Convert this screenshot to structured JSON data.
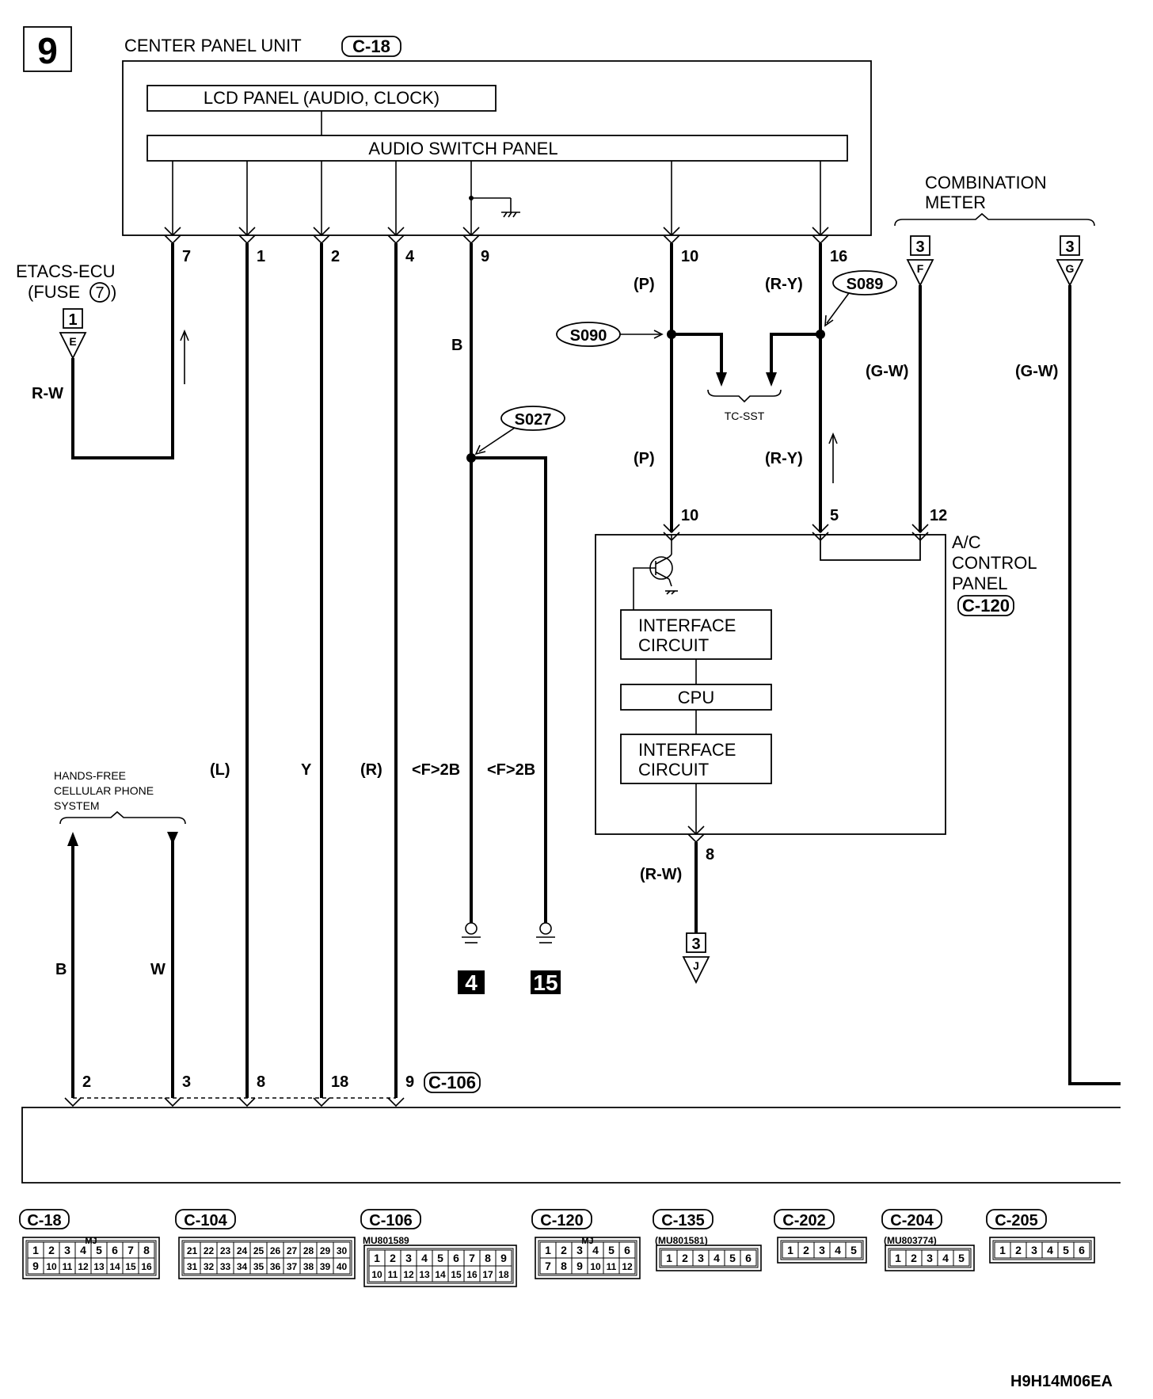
{
  "page_number": "9",
  "diagram_code": "H9H14M06EA",
  "center_panel": {
    "title": "CENTER PANEL UNIT",
    "connector": "C-18",
    "lcd_panel": "LCD PANEL (AUDIO, CLOCK)",
    "audio_switch_panel": "AUDIO SWITCH PANEL",
    "pins": [
      "7",
      "1",
      "2",
      "4",
      "9",
      "10",
      "16"
    ]
  },
  "etacs": {
    "name": "ETACS-ECU",
    "fuse": "(FUSE",
    "fuse_num": "7",
    "fuse_close": ")",
    "ref": "1",
    "terminal": "E",
    "wire": "R-W"
  },
  "combination_meter": {
    "title_line1": "COMBINATION",
    "title_line2": "METER",
    "ref_f": "3",
    "term_f": "F",
    "ref_g": "3",
    "term_g": "G",
    "wire_f": "(G-W)",
    "wire_g": "(G-W)"
  },
  "splices": {
    "s090": "S090",
    "s089": "S089",
    "s027": "S027"
  },
  "tc_sst": "TC-SST",
  "wires": {
    "p_upper": "(P)",
    "ry_upper": "(R-Y)",
    "p_lower": "(P)",
    "ry_lower": "(R-Y)",
    "b_center": "B",
    "l": "(L)",
    "y": "Y",
    "r": "(R)",
    "f2b_1": "<F>2B",
    "f2b_2": "<F>2B",
    "rw_lower": "(R-W)",
    "b_left": "B",
    "w_left": "W"
  },
  "ac_panel": {
    "line1": "A/C",
    "line2": "CONTROL",
    "line3": "PANEL",
    "connector": "C-120",
    "pins_top": [
      "10",
      "5",
      "12"
    ],
    "pin_bottom": "8",
    "interface1_a": "INTERFACE",
    "interface1_b": "CIRCUIT",
    "cpu": "CPU",
    "interface2_a": "INTERFACE",
    "interface2_b": "CIRCUIT"
  },
  "ground_refs": [
    "4",
    "15"
  ],
  "ref_j": {
    "ref": "3",
    "terminal": "J"
  },
  "hands_free": {
    "line1": "HANDS-FREE",
    "line2": "CELLULAR PHONE",
    "line3": "SYSTEM"
  },
  "c106_pins": [
    "2",
    "3",
    "8",
    "18",
    "9"
  ],
  "c106_label": "C-106",
  "connectors": [
    {
      "id": "C-18",
      "part": "",
      "mark": "MJ",
      "rows": [
        [
          "1",
          "2",
          "3",
          "4",
          "5",
          "6",
          "7",
          "8"
        ],
        [
          "9",
          "10",
          "11",
          "12",
          "13",
          "14",
          "15",
          "16"
        ]
      ]
    },
    {
      "id": "C-104",
      "part": "",
      "mark": "",
      "rows": [
        [
          "21",
          "22",
          "23",
          "24",
          "25",
          "26",
          "27",
          "28",
          "29",
          "30"
        ],
        [
          "31",
          "32",
          "33",
          "34",
          "35",
          "36",
          "37",
          "38",
          "39",
          "40"
        ]
      ]
    },
    {
      "id": "C-106",
      "part": "MU801589",
      "mark": "",
      "rows": [
        [
          "1",
          "2",
          "3",
          "4",
          "5",
          "6",
          "7",
          "8",
          "9"
        ],
        [
          "10",
          "11",
          "12",
          "13",
          "14",
          "15",
          "16",
          "17",
          "18"
        ]
      ]
    },
    {
      "id": "C-120",
      "part": "",
      "mark": "MJ",
      "rows": [
        [
          "1",
          "2",
          "3",
          "4",
          "5",
          "6"
        ],
        [
          "7",
          "8",
          "9",
          "10",
          "11",
          "12"
        ]
      ]
    },
    {
      "id": "C-135",
      "part": "(MU801581)",
      "mark": "",
      "rows": [
        [
          "1",
          "2",
          "3",
          "4",
          "5",
          "6"
        ]
      ]
    },
    {
      "id": "C-202",
      "part": "",
      "mark": "",
      "rows": [
        [
          "1",
          "2",
          "3",
          "4",
          "5"
        ]
      ]
    },
    {
      "id": "C-204",
      "part": "(MU803774)",
      "mark": "",
      "rows": [
        [
          "1",
          "2",
          "3",
          "4",
          "5"
        ]
      ]
    },
    {
      "id": "C-205",
      "part": "",
      "mark": "",
      "rows": [
        [
          "1",
          "2",
          "3",
          "4",
          "5",
          "6"
        ]
      ]
    }
  ]
}
